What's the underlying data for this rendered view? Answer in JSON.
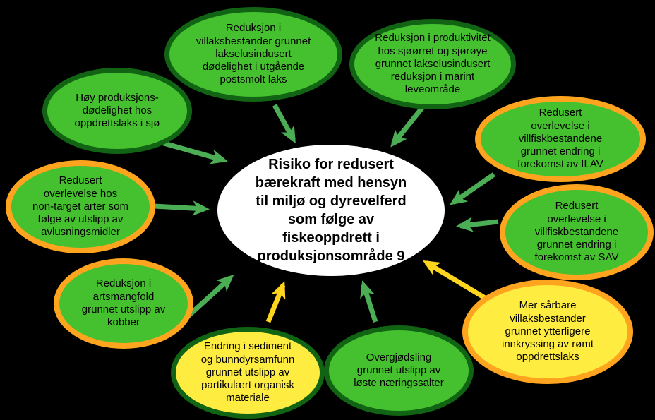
{
  "colors": {
    "background": "#000000",
    "node_green_fill": "#45C12F",
    "node_yellow_fill": "#FFEC40",
    "dark_green_border": "#116413",
    "orange_border": "#FFA41E",
    "arrow_green": "#4CAE54",
    "arrow_yellow": "#FFD51E",
    "center_fill": "#FFFFFF",
    "text_color": "#000000"
  },
  "center": {
    "text": "Risiko for redusert\nbærekraft med hensyn\ntil miljø og dyrevelferd\nsom følge av\nfiskeoppdrett i\nproduksjonsområde 9"
  },
  "nodes": [
    {
      "label": "Reduksjon i\nvillaksbestander grunnet\nlakselusindusert\ndødelighet i utgående\npostsmolt laks",
      "fill": "green",
      "border": "dark-green",
      "arrow": "green"
    },
    {
      "label": "Reduksjon i produktivitet\nhos sjøørret og sjørøye\ngrunnet lakselusindusert\nreduksjon i marint\nleveområde",
      "fill": "green",
      "border": "dark-green",
      "arrow": "green"
    },
    {
      "label": "Redusert\noverlevelse i\nvillfiskbestandene\ngrunnet endring i\nforekomst av ILAV",
      "fill": "green",
      "border": "orange",
      "arrow": "green"
    },
    {
      "label": "Redusert\noverlevelse i\nvillfiskbestandene\ngrunnet endring i\nforekomst av SAV",
      "fill": "green",
      "border": "orange",
      "arrow": "green"
    },
    {
      "label": "Mer sårbare\nvillaksbestander\ngrunnet ytterligere\ninnkryssing av rømt\noppdrettslaks",
      "fill": "yellow",
      "border": "orange",
      "arrow": "yellow"
    },
    {
      "label": "Overgjødsling\ngrunnet utslipp av\nløste næringssalter",
      "fill": "green",
      "border": "dark-green",
      "arrow": "green"
    },
    {
      "label": "Endring i sediment\nog bunndyrsamfunn\ngrunnet utslipp av\npartikulært organisk\nmateriale",
      "fill": "yellow",
      "border": "dark-green",
      "arrow": "yellow"
    },
    {
      "label": "Reduksjon i\nartsmangfold\ngrunnet utslipp av\nkobber",
      "fill": "green",
      "border": "orange",
      "arrow": "green"
    },
    {
      "label": "Redusert\noverlevelse hos\nnon-target arter som\nfølge av utslipp av\navlusningsmidler",
      "fill": "green",
      "border": "orange",
      "arrow": "green"
    },
    {
      "label": "Høy produksjons-\ndødelighet hos\noppdrettslaks i sjø",
      "fill": "green",
      "border": "dark-green",
      "arrow": "green"
    }
  ]
}
